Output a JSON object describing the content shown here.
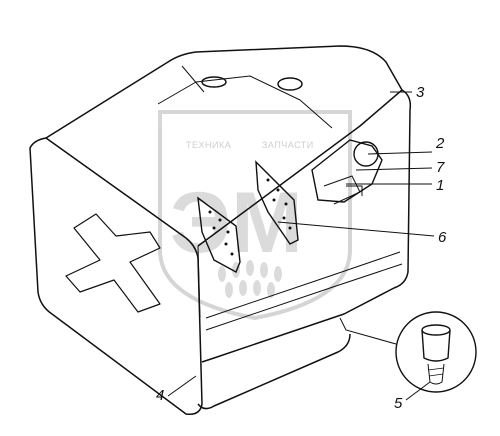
{
  "diagram": {
    "callouts": [
      {
        "id": "1",
        "label": "1"
      },
      {
        "id": "2",
        "label": "2"
      },
      {
        "id": "3",
        "label": "3"
      },
      {
        "id": "4",
        "label": "4"
      },
      {
        "id": "5",
        "label": "5"
      },
      {
        "id": "6",
        "label": "6"
      },
      {
        "id": "7",
        "label": "7"
      }
    ]
  },
  "watermark": {
    "left_text": "ТЕХНИКА",
    "right_text": "ЗАПЧАСТИ",
    "logo_text": "ЭМ"
  },
  "colors": {
    "line": "#111111",
    "watermark": "#c8c8c8"
  }
}
